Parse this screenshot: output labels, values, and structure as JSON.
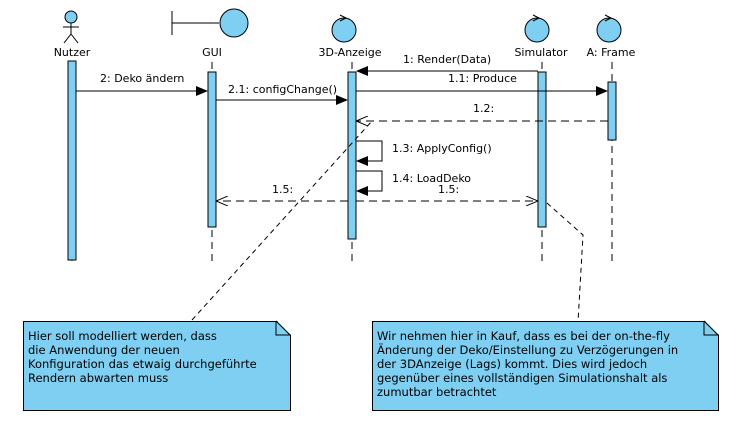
{
  "participants": [
    {
      "id": "nutzer",
      "label": "Nutzer",
      "kind": "actor"
    },
    {
      "id": "gui",
      "label": "GUI",
      "kind": "boundary"
    },
    {
      "id": "anzeige",
      "label": "3D-Anzeige",
      "kind": "control"
    },
    {
      "id": "simulator",
      "label": "Simulator",
      "kind": "control"
    },
    {
      "id": "frame",
      "label": "A: Frame",
      "kind": "control"
    }
  ],
  "messages": {
    "m2": "2: Deko ändern",
    "m21": "2.1: configChange()",
    "m1": "1: Render(Data)",
    "m11": "1.1: Produce",
    "m12": "1.2:",
    "m13": "1.3: ApplyConfig()",
    "m14": "1.4: LoadDeko",
    "m15a": "1.5:",
    "m15b": "1.5:"
  },
  "notes": {
    "left": "Hier soll modelliert werden, dass\ndie Anwendung der neuen\nKonfiguration das etwaig durchgeführte\nRendern abwarten muss",
    "right": "Wir nehmen hier in Kauf, dass es bei der on-the-fly\nÄnderung der Deko/Einstellung zu Verzögerungen in\nder 3DAnzeige (Lags) kommt. Dies wird jedoch\ngegenüber eines vollständigen Simulationshalt als\nzumutbar betrachtet"
  },
  "colors": {
    "fill": "#7fcff2",
    "line": "#000000"
  }
}
